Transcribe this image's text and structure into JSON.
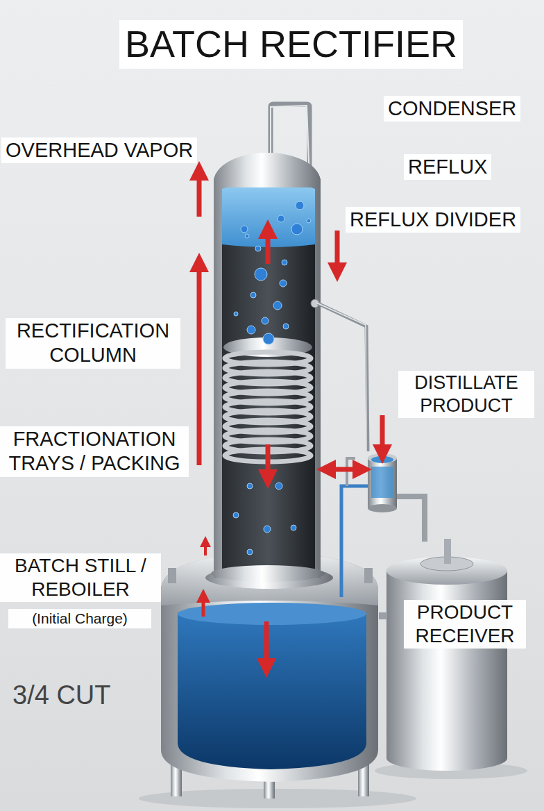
{
  "diagram": {
    "title": "BATCH RECTIFIER",
    "labels": [
      "CONDENSER",
      "OVERHEAD VAPOR",
      "REFLUX",
      "REFLUX DIVIDER",
      "RECTIFICATION COLUMN",
      "DISTILLATE PRODUCT",
      "FRACTIONATION TRAYS / PACKING",
      "BATCH STILL / REBOILER",
      "(Initial Charge)",
      "PRODUCT RECEIVER",
      "3/4 CUT"
    ]
  }
}
